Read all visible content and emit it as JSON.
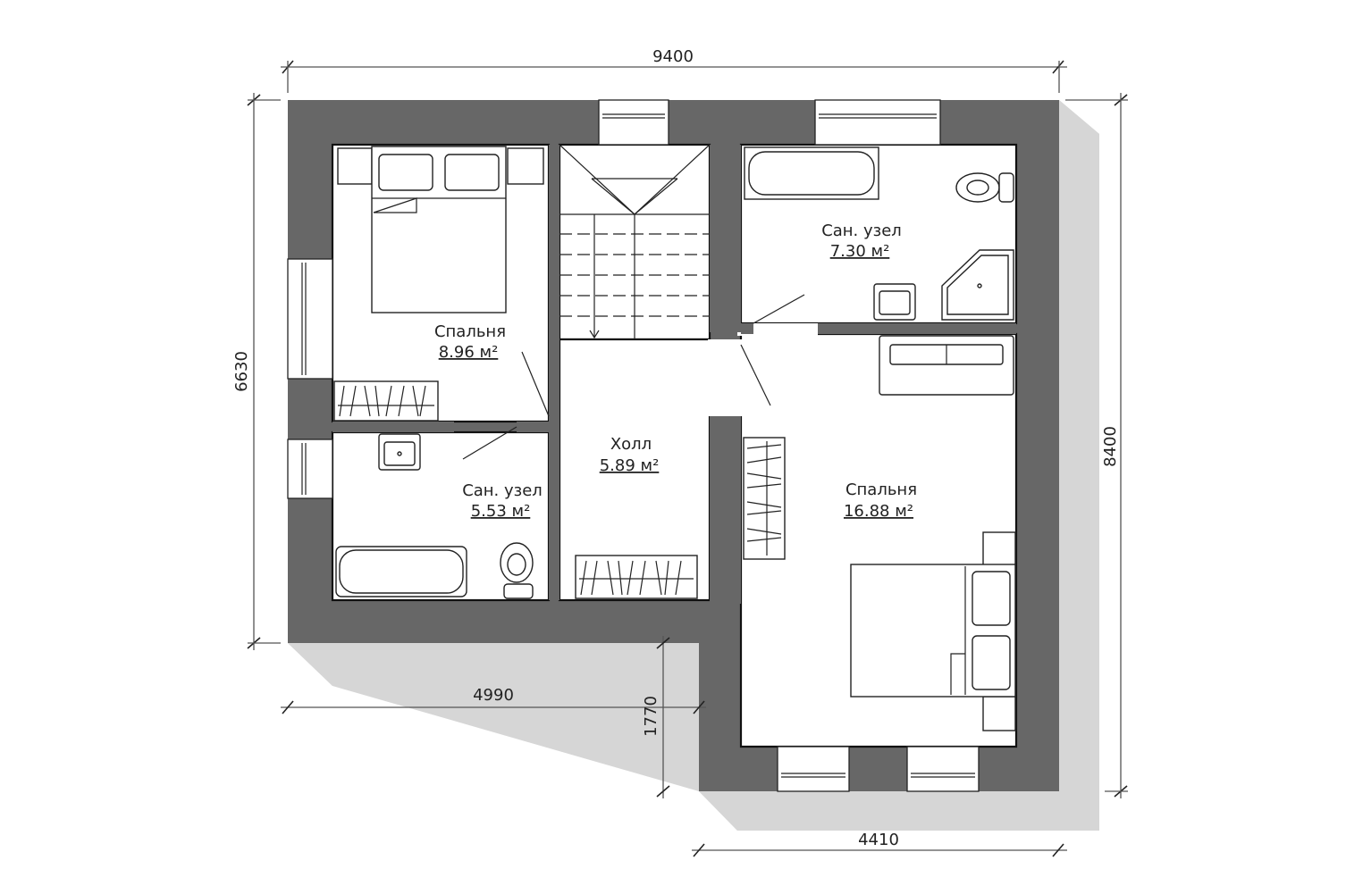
{
  "dimensions": {
    "top": "9400",
    "left": "6630",
    "right": "8400",
    "bottom_left": "4990",
    "step": "1770",
    "bottom_right": "4410"
  },
  "rooms": [
    {
      "id": "bedroom-small",
      "name": "Спальня",
      "area": "8.96 м²"
    },
    {
      "id": "bathroom-small",
      "name": "Сан. узел",
      "area": "5.53 м²"
    },
    {
      "id": "hall",
      "name": "Холл",
      "area": "5.89 м²"
    },
    {
      "id": "bathroom-large",
      "name": "Сан. узел",
      "area": "7.30 м²"
    },
    {
      "id": "bedroom-large",
      "name": "Спальня",
      "area": "16.88 м²"
    }
  ]
}
